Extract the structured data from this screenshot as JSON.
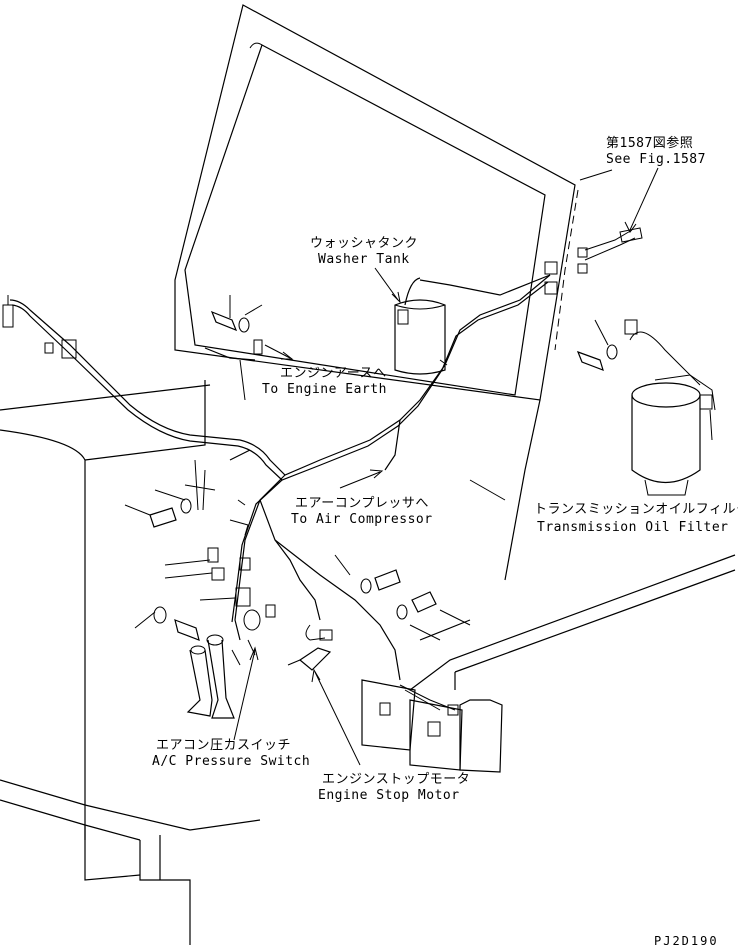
{
  "labels": {
    "see_fig_jp": "第1587図参照",
    "see_fig_en": "See Fig.1587",
    "washer_tank_jp": "ウォッシャタンク",
    "washer_tank_en": "Washer Tank",
    "engine_earth_jp": "エンジンアースへ",
    "engine_earth_en": "To Engine Earth",
    "air_compressor_jp": "エアーコンプレッサへ",
    "air_compressor_en": "To Air Compressor",
    "transmission_filter_jp": "トランスミッションオイルフィルタ",
    "transmission_filter_en": "Transmission Oil Filter",
    "ac_switch_jp": "エアコン圧カスイッチ",
    "ac_switch_en": "A/C Pressure Switch",
    "engine_stop_jp": "エンジンストップモータ",
    "engine_stop_en": "Engine Stop Motor",
    "drawing_code": "PJ2D190"
  }
}
